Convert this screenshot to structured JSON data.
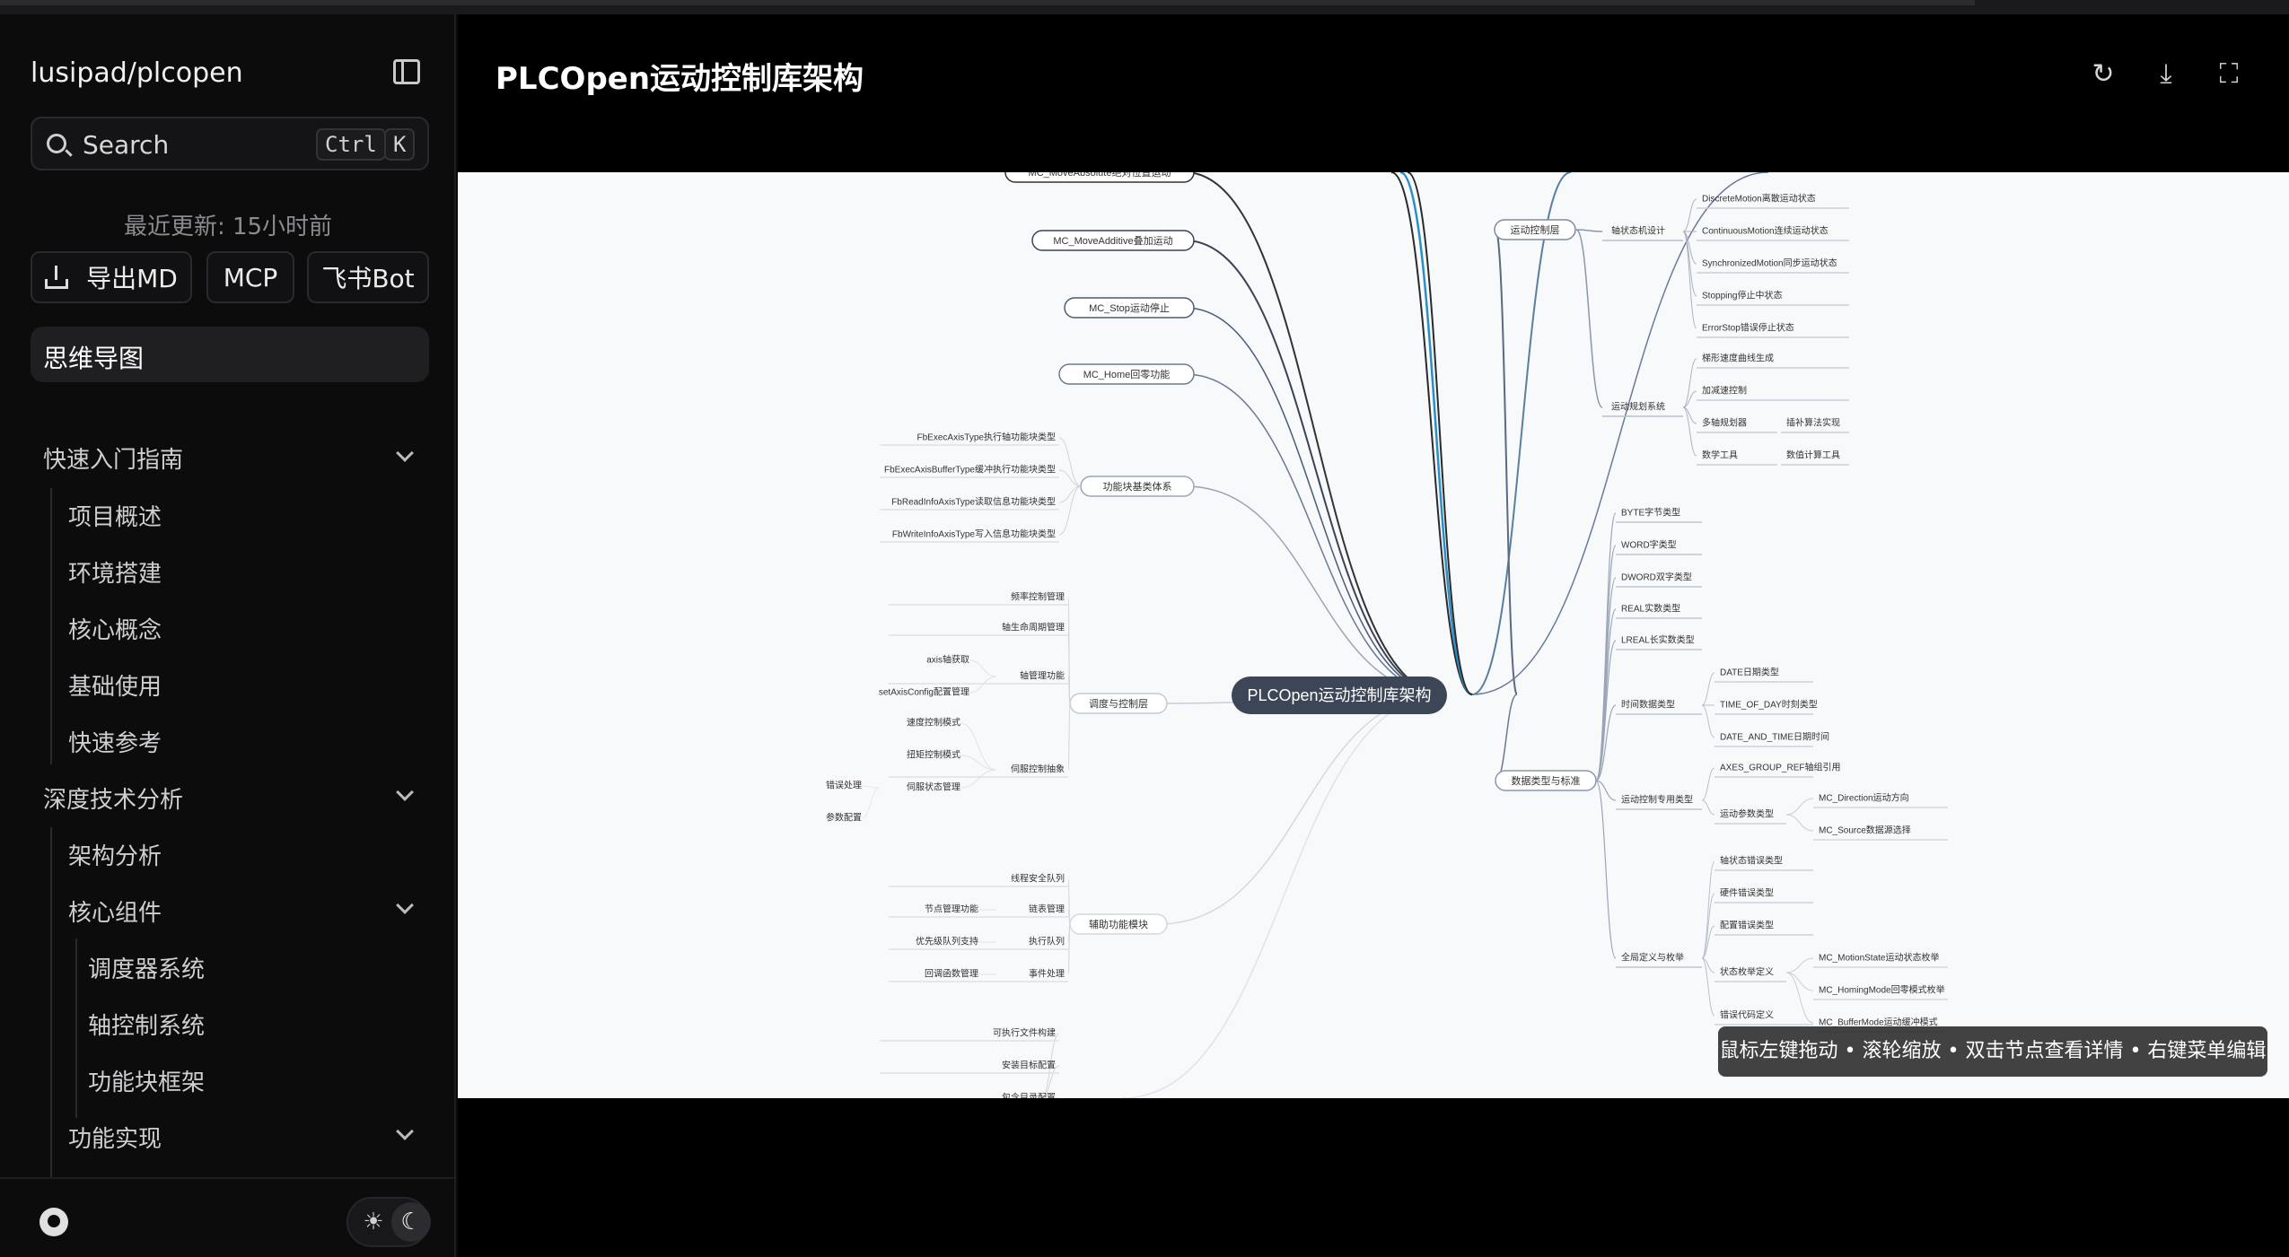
{
  "sidebar": {
    "repo": "lusipad/plcopen",
    "search": {
      "label": "Search",
      "key1": "Ctrl",
      "key2": "K"
    },
    "updated": "最近更新: 15小时前",
    "actions": [
      "导出MD",
      "MCP",
      "飞书Bot"
    ],
    "active": "思维导图",
    "nav": [
      {
        "label": "快速入门指南",
        "level": 0,
        "expand": true
      },
      {
        "label": "项目概述",
        "level": 1
      },
      {
        "label": "环境搭建",
        "level": 1
      },
      {
        "label": "核心概念",
        "level": 1
      },
      {
        "label": "基础使用",
        "level": 1
      },
      {
        "label": "快速参考",
        "level": 1
      },
      {
        "label": "深度技术分析",
        "level": 0,
        "expand": true
      },
      {
        "label": "架构分析",
        "level": 1
      },
      {
        "label": "核心组件",
        "level": 1,
        "expand": true
      },
      {
        "label": "调度器系统",
        "level": 2
      },
      {
        "label": "轴控制系统",
        "level": 2
      },
      {
        "label": "功能块框架",
        "level": 2
      },
      {
        "label": "功能实现",
        "level": 1,
        "expand": true
      }
    ]
  },
  "header": {
    "title": "PLCOpen运动控制库架构"
  },
  "icons": {
    "sidebar_toggle": "sidebar-toggle-icon",
    "search": "search-icon",
    "export": "download-icon",
    "refresh": "refresh-icon",
    "download": "download-icon",
    "fullscreen": "fullscreen-icon",
    "github": "github-icon",
    "sun": "sun-icon",
    "moon": "moon-icon"
  },
  "tooltip": "鼠标左键拖动 • 滚轮缩放 • 双击节点查看详情 • 右键菜单编辑",
  "mindmap": {
    "root": "PLCOpen运动控制库架构",
    "left": [
      {
        "label": "MC_MoveAbsolute绝对位置运动",
        "children": []
      },
      {
        "label": "MC_MoveAdditive叠加运动",
        "children": []
      },
      {
        "label": "MC_Stop运动停止",
        "children": []
      },
      {
        "label": "MC_Home回零功能",
        "children": []
      },
      {
        "label": "功能块基类体系",
        "children": [
          {
            "label": "FbExecAxisType执行轴功能块类型"
          },
          {
            "label": "FbExecAxisBufferType缓冲执行功能块类型"
          },
          {
            "label": "FbReadInfoAxisType读取信息功能块类型"
          },
          {
            "label": "FbWriteInfoAxisType写入信息功能块类型"
          }
        ]
      },
      {
        "label": "调度与控制层",
        "children": [
          {
            "label": "频率控制管理"
          },
          {
            "label": "轴生命周期管理"
          },
          {
            "label": "轴管理功能",
            "children": [
              {
                "label": "axis轴获取"
              },
              {
                "label": "setAxisConfig配置管理"
              }
            ]
          },
          {
            "label": "伺服控制抽象",
            "children": [
              {
                "label": "速度控制模式"
              },
              {
                "label": "扭矩控制模式"
              },
              {
                "label": "伺服状态管理",
                "children": [
                  {
                    "label": "错误处理"
                  },
                  {
                    "label": "参数配置"
                  }
                ]
              }
            ]
          }
        ]
      },
      {
        "label": "辅助功能模块",
        "children": [
          {
            "label": "线程安全队列"
          },
          {
            "label": "链表管理",
            "children": [
              {
                "label": "节点管理功能"
              }
            ]
          },
          {
            "label": "执行队列",
            "children": [
              {
                "label": "优先级队列支持"
              }
            ]
          },
          {
            "label": "事件处理",
            "children": [
              {
                "label": "回调函数管理"
              }
            ]
          }
        ]
      },
      {
        "label": "",
        "children": [
          {
            "label": "可执行文件构建"
          },
          {
            "label": "安装目标配置"
          },
          {
            "label": "包含目录配置"
          }
        ]
      }
    ],
    "right": [
      {
        "label": "运动控制层",
        "children": [
          {
            "label": "轴状态机设计",
            "children": [
              {
                "label": "DiscreteMotion离散运动状态"
              },
              {
                "label": "ContinuousMotion连续运动状态"
              },
              {
                "label": "SynchronizedMotion同步运动状态"
              },
              {
                "label": "Stopping停止中状态"
              },
              {
                "label": "ErrorStop错误停止状态"
              }
            ]
          },
          {
            "label": "运动规划系统",
            "children": [
              {
                "label": "梯形速度曲线生成"
              },
              {
                "label": "加减速控制"
              },
              {
                "label": "多轴规划器",
                "children": [
                  {
                    "label": "插补算法实现"
                  }
                ]
              },
              {
                "label": "数学工具",
                "children": [
                  {
                    "label": "数值计算工具"
                  }
                ]
              }
            ]
          }
        ]
      },
      {
        "label": "数据类型与标准",
        "children": [
          {
            "label": "BYTE字节类型"
          },
          {
            "label": "WORD字类型"
          },
          {
            "label": "DWORD双字类型"
          },
          {
            "label": "REAL实数类型"
          },
          {
            "label": "LREAL长实数类型"
          },
          {
            "label": "时间数据类型",
            "children": [
              {
                "label": "DATE日期类型"
              },
              {
                "label": "TIME_OF_DAY时刻类型"
              },
              {
                "label": "DATE_AND_TIME日期时间"
              }
            ]
          },
          {
            "label": "运动控制专用类型",
            "children": [
              {
                "label": "AXES_GROUP_REF轴组引用"
              },
              {
                "label": "运动参数类型",
                "children": [
                  {
                    "label": "MC_Direction运动方向"
                  },
                  {
                    "label": "MC_Source数据源选择"
                  }
                ]
              }
            ]
          },
          {
            "label": "全局定义与枚举",
            "children": [
              {
                "label": "轴状态错误类型"
              },
              {
                "label": "硬件错误类型"
              },
              {
                "label": "配置错误类型"
              },
              {
                "label": "状态枚举定义",
                "children": [
                  {
                    "label": "MC_MotionState运动状态枚举"
                  },
                  {
                    "label": "MC_HomingMode回零模式枚举"
                  },
                  {
                    "label": "MC_BufferMode运动缓冲模式"
                  }
                ]
              },
              {
                "label": "错误代码定义"
              }
            ]
          }
        ]
      }
    ]
  }
}
